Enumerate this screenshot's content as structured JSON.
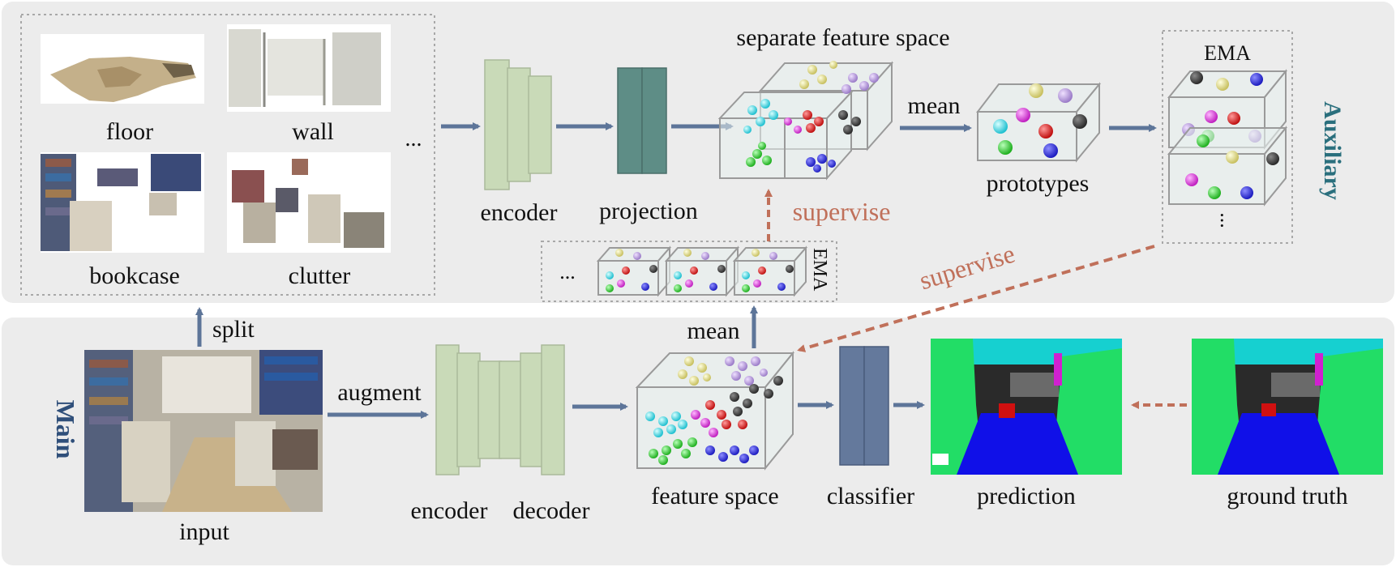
{
  "panels": {
    "auxiliary_title": "Auxiliary",
    "main_title": "Main"
  },
  "auxiliary": {
    "parts": [
      {
        "label": "floor"
      },
      {
        "label": "wall"
      },
      {
        "label": "bookcase"
      },
      {
        "label": "clutter"
      }
    ],
    "parts_more": "...",
    "encoder_label": "encoder",
    "projection_label": "projection",
    "space_title": "separate feature space",
    "mean_label": "mean",
    "prototypes_label": "prototypes",
    "ema_label": "EMA",
    "ema_more": "...",
    "supervise_label": "supervise",
    "memory_ema_label": "EMA",
    "memory_more": "..."
  },
  "main": {
    "split_label": "split",
    "input_label": "input",
    "augment_label": "augment",
    "encoder_label": "encoder",
    "decoder_label": "decoder",
    "mean_label": "mean",
    "feature_space_label": "feature space",
    "classifier_label": "classifier",
    "prediction_label": "prediction",
    "ground_truth_label": "ground truth",
    "cross_supervise_label": "supervise"
  },
  "colors": {
    "panel_bg": "#ececec",
    "arrow": "#5d7599",
    "supervise": "#c0705a",
    "encoder": "#c9dab8",
    "projection": "#5e8d86",
    "classifier": "#64799c",
    "main_title": "#2f4f7a",
    "aux_title": "#2a6f7d",
    "cube_edge": "#9a9a9a",
    "cube_face": "#e8f0ee"
  }
}
